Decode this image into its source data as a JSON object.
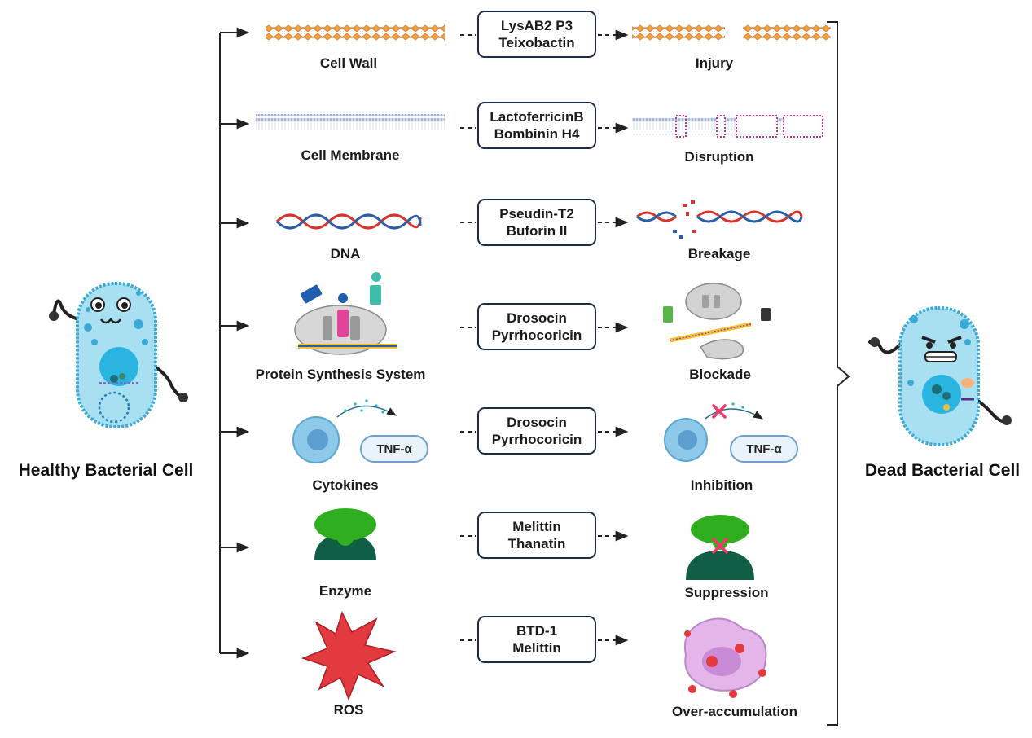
{
  "healthy_label": "Healthy Bacterial Cell",
  "dead_label": "Dead Bacterial Cell",
  "tnf_label": "TNF-α",
  "rows": [
    {
      "target": "Cell Wall",
      "peptides": [
        "LysAB2 P3",
        "Teixobactin"
      ],
      "outcome": "Injury"
    },
    {
      "target": "Cell Membrane",
      "peptides": [
        "LactoferricinB",
        "Bombinin H4"
      ],
      "outcome": "Disruption"
    },
    {
      "target": "DNA",
      "peptides": [
        "Pseudin-T2",
        "Buforin II"
      ],
      "outcome": "Breakage"
    },
    {
      "target": "Protein Synthesis System",
      "peptides": [
        "Drosocin",
        "Pyrrhocoricin"
      ],
      "outcome": "Blockade"
    },
    {
      "target": "Cytokines",
      "peptides": [
        "Drosocin",
        "Pyrrhocoricin"
      ],
      "outcome": "Inhibition"
    },
    {
      "target": "Enzyme",
      "peptides": [
        "Melittin",
        "Thanatin"
      ],
      "outcome": "Suppression"
    },
    {
      "target": "ROS",
      "peptides": [
        "BTD-1",
        "Melittin"
      ],
      "outcome": "Over-accumulation"
    }
  ],
  "colors": {
    "cell_fill": "#a8e0f2",
    "cell_stroke": "#3aa9d6",
    "dna_red": "#d9342b",
    "dna_blue": "#2a5ea8",
    "enzyme_light": "#2fae1f",
    "enzyme_dark": "#0f5e45",
    "ros_red": "#e23a3f",
    "cross_pink": "#f0386b",
    "membrane_magenta": "#c2359b"
  }
}
